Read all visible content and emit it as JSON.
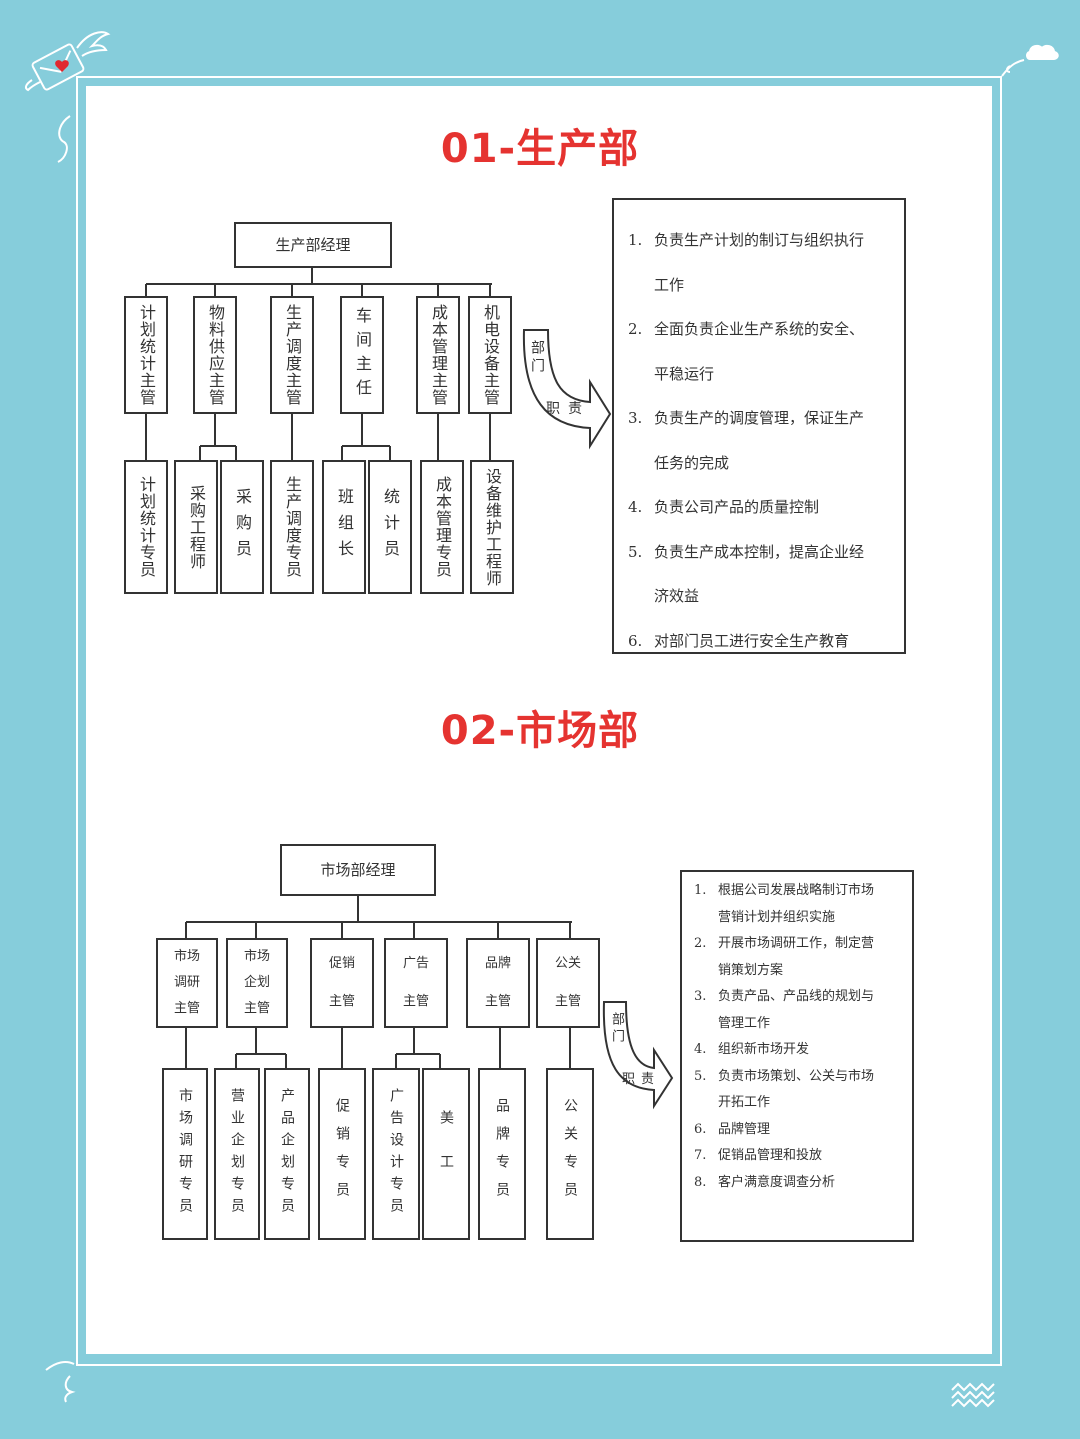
{
  "production": {
    "title": "01-生产部",
    "manager": "生产部经理",
    "supervisors": [
      "计划统计主管",
      "物料供应主管",
      "生产调度主管",
      "车间主任",
      "成本管理主管",
      "机电设备主管"
    ],
    "staff": [
      "计划统计专员",
      "采购工程师",
      "采购员",
      "生产调度专员",
      "班组长",
      "统计员",
      "成本管理专员",
      "设备维护工程师"
    ],
    "arrow_label": [
      "部门",
      "职责"
    ],
    "responsibilities": [
      {
        "num": "1.",
        "lines": [
          "负责生产计划的制订与组织执行",
          "工作"
        ]
      },
      {
        "num": "2.",
        "lines": [
          "全面负责企业生产系统的安全、",
          "平稳运行"
        ]
      },
      {
        "num": "3.",
        "lines": [
          "负责生产的调度管理，保证生产",
          "任务的完成"
        ]
      },
      {
        "num": "4.",
        "lines": [
          "负责公司产品的质量控制"
        ]
      },
      {
        "num": "5.",
        "lines": [
          "负责生产成本控制，提高企业经",
          "济效益"
        ]
      },
      {
        "num": "6.",
        "lines": [
          "对部门员工进行安全生产教育"
        ]
      }
    ]
  },
  "marketing": {
    "title": "02-市场部",
    "manager": "市场部经理",
    "supervisors": [
      [
        "市场",
        "调研",
        "主管"
      ],
      [
        "市场",
        "企划",
        "主管"
      ],
      [
        "促销",
        "主管"
      ],
      [
        "广告",
        "主管"
      ],
      [
        "品牌",
        "主管"
      ],
      [
        "公关",
        "主管"
      ]
    ],
    "staff": [
      "市场调研专员",
      "营业企划专员",
      "产品企划专员",
      "促销专员",
      "广告设计专员",
      "美工",
      "品牌专员",
      "公关专员"
    ],
    "arrow_label": [
      "部门",
      "职责"
    ],
    "responsibilities": [
      {
        "num": "1.",
        "lines": [
          "根据公司发展战略制订市场",
          "营销计划并组织实施"
        ]
      },
      {
        "num": "2.",
        "lines": [
          "开展市场调研工作，制定营",
          "销策划方案"
        ]
      },
      {
        "num": "3.",
        "lines": [
          "负责产品、产品线的规划与",
          "管理工作"
        ]
      },
      {
        "num": "4.",
        "lines": [
          "组织新市场开发"
        ]
      },
      {
        "num": "5.",
        "lines": [
          "负责市场策划、公关与市场",
          "开拓工作"
        ]
      },
      {
        "num": "6.",
        "lines": [
          "品牌管理"
        ]
      },
      {
        "num": "7.",
        "lines": [
          "促销品管理和投放"
        ]
      },
      {
        "num": "8.",
        "lines": [
          "客户满意度调查分析"
        ]
      }
    ]
  }
}
